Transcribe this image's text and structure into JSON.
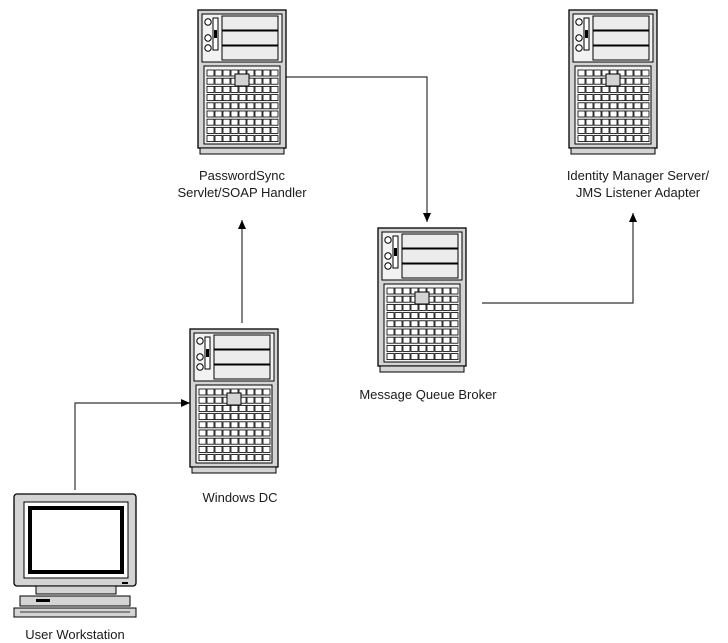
{
  "nodes": {
    "passwordsync": {
      "line1": "PasswordSync",
      "line2": "Servlet/SOAP Handler",
      "icon": "server-tower-icon"
    },
    "identity_manager": {
      "line1": "Identity Manager Server/",
      "line2": "JMS Listener Adapter",
      "icon": "server-tower-icon"
    },
    "message_queue": {
      "label": "Message Queue Broker",
      "icon": "server-tower-icon"
    },
    "windows_dc": {
      "label": "Windows DC",
      "icon": "server-tower-icon"
    },
    "workstation": {
      "label": "User Workstation",
      "icon": "desktop-computer-icon"
    }
  },
  "edges": [
    {
      "from": "workstation",
      "to": "windows_dc"
    },
    {
      "from": "windows_dc",
      "to": "passwordsync"
    },
    {
      "from": "passwordsync",
      "to": "message_queue"
    },
    {
      "from": "message_queue",
      "to": "identity_manager"
    }
  ],
  "colors": {
    "stroke": "#000000",
    "server_fill": "#d4d4d4",
    "panel_fill": "#ececec",
    "line": "#333333"
  }
}
